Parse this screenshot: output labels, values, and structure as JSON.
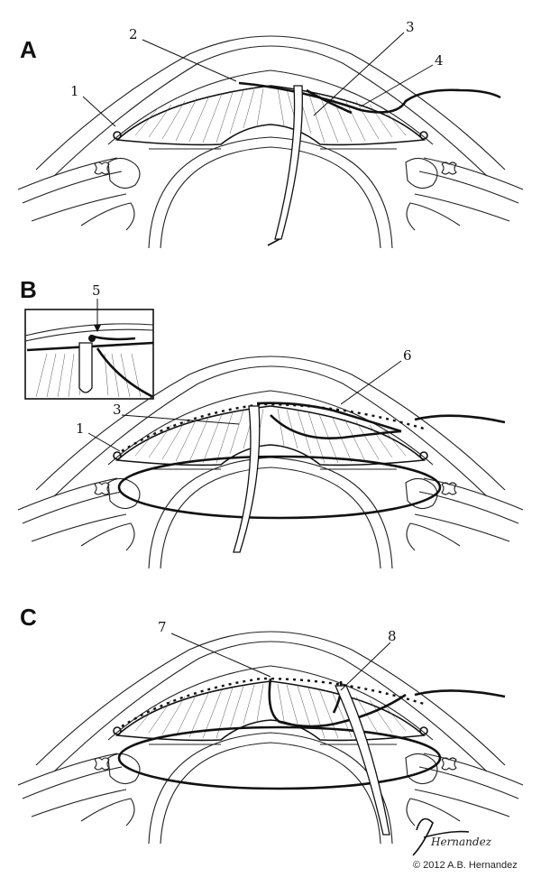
{
  "panels": [
    {
      "letter": "A",
      "callouts": [
        "1",
        "2",
        "3",
        "4"
      ]
    },
    {
      "letter": "B",
      "callouts": [
        "5",
        "6",
        "3",
        "1"
      ]
    },
    {
      "letter": "C",
      "callouts": [
        "7",
        "8"
      ]
    }
  ],
  "signature": "Hernandez",
  "copyright": "© 2012 A.B. Hernandez",
  "colors": {
    "ink": "#111111",
    "background": "#ffffff"
  }
}
